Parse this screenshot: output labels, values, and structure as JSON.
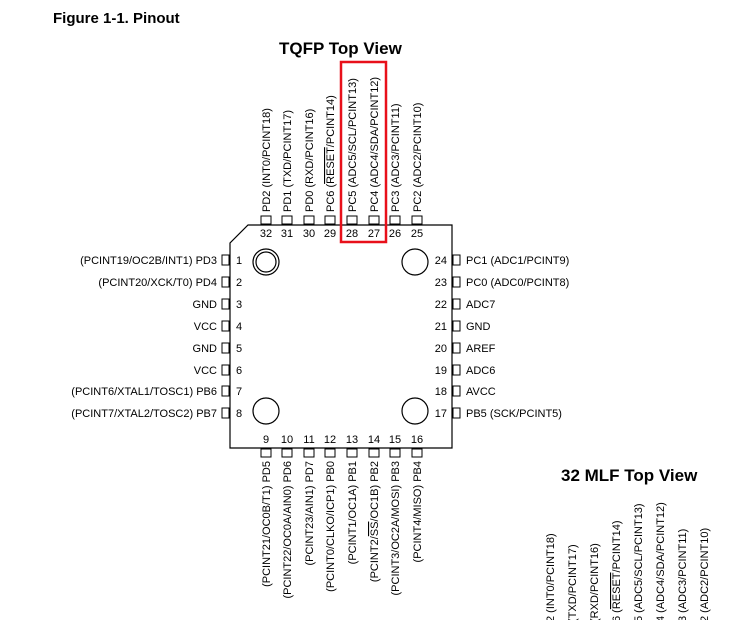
{
  "figure": {
    "title": "Figure 1-1.   Pinout"
  },
  "tqfp": {
    "title": "TQFP Top View"
  },
  "mlf": {
    "title": "32 MLF Top View"
  },
  "left_pins": [
    {
      "num": "1",
      "label": "(PCINT19/OC2B/INT1) PD3"
    },
    {
      "num": "2",
      "label": "(PCINT20/XCK/T0) PD4"
    },
    {
      "num": "3",
      "label": "GND"
    },
    {
      "num": "4",
      "label": "VCC"
    },
    {
      "num": "5",
      "label": "GND"
    },
    {
      "num": "6",
      "label": "VCC"
    },
    {
      "num": "7",
      "label": "(PCINT6/XTAL1/TOSC1) PB6"
    },
    {
      "num": "8",
      "label": "(PCINT7/XTAL2/TOSC2) PB7"
    }
  ],
  "right_pins": [
    {
      "num": "24",
      "label": "PC1 (ADC1/PCINT9)"
    },
    {
      "num": "23",
      "label": "PC0 (ADC0/PCINT8)"
    },
    {
      "num": "22",
      "label": "ADC7"
    },
    {
      "num": "21",
      "label": "GND"
    },
    {
      "num": "20",
      "label": "AREF"
    },
    {
      "num": "19",
      "label": "ADC6"
    },
    {
      "num": "18",
      "label": "AVCC"
    },
    {
      "num": "17",
      "label": "PB5 (SCK/PCINT5)"
    }
  ],
  "top_pins": [
    {
      "num": "32",
      "label": "PD2 (INT0/PCINT18)"
    },
    {
      "num": "31",
      "label": "PD1 (TXD/PCINT17)"
    },
    {
      "num": "30",
      "label": "PD0 (RXD/PCINT16)"
    },
    {
      "num": "29",
      "label": "PC6 (RESET/PCINT14)"
    },
    {
      "num": "28",
      "label": "PC5 (ADC5/SCL/PCINT13)"
    },
    {
      "num": "27",
      "label": "PC4 (ADC4/SDA/PCINT12)"
    },
    {
      "num": "26",
      "label": "PC3 (ADC3/PCINT11)"
    },
    {
      "num": "25",
      "label": "PC2 (ADC2/PCINT10)"
    }
  ],
  "bottom_pins": [
    {
      "num": "9",
      "label": "(PCINT21/OC0B/T1) PD5"
    },
    {
      "num": "10",
      "label": "(PCINT22/OC0A/AIN0) PD6"
    },
    {
      "num": "11",
      "label": "(PCINT23/AIN1) PD7"
    },
    {
      "num": "12",
      "label": "(PCINT0/CLKO/ICP1) PB0"
    },
    {
      "num": "13",
      "label": "(PCINT1/OC1A) PB1"
    },
    {
      "num": "14",
      "label": "(PCINT2/SS/OC1B) PB2"
    },
    {
      "num": "15",
      "label": "(PCINT3/OC2A/MOSI) PB3"
    },
    {
      "num": "16",
      "label": "(PCINT4/MISO) PB4"
    }
  ],
  "mlf_top_labels": [
    "2 (INT0/PCINT18)",
    "(TXD/PCINT17)",
    "(RXD/PCINT16)",
    "6 (RESET/PCINT14)",
    "5 (ADC5/SCL/PCINT13)",
    "4 (ADC4/SDA/PCINT12)",
    "3 (ADC3/PCINT11)",
    "2 (ADC2/PCINT10)"
  ],
  "highlight": {
    "pins": [
      "28",
      "27"
    ],
    "color": "#e8101a"
  }
}
